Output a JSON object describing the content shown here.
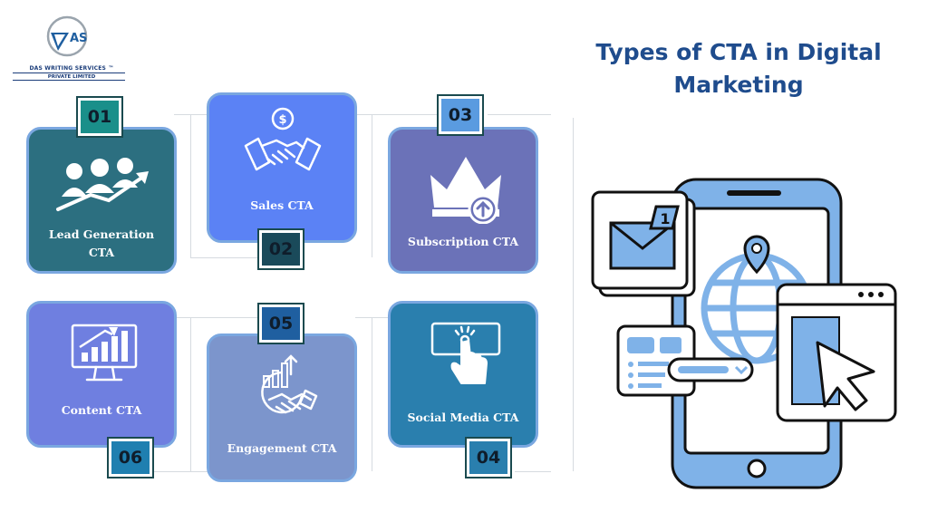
{
  "logo": {
    "mark_text": "DAS",
    "line1": "DAS WRITING SERVICES ™",
    "line2": "PRIVATE LIMITED"
  },
  "title": {
    "line1": "Types of CTA in Digital",
    "line2": "Marketing"
  },
  "cards": [
    {
      "number": "01",
      "label_line1": "Lead Generation",
      "label_line2": "CTA",
      "color": "#2c6f80",
      "badge_color": "#1a8f8a",
      "icon": "people-growth-icon"
    },
    {
      "number": "02",
      "label_line1": "Sales CTA",
      "label_line2": "",
      "color": "#5b82f5",
      "badge_color": "#1a4a5a",
      "icon": "handshake-dollar-icon"
    },
    {
      "number": "03",
      "label_line1": "Subscription CTA",
      "label_line2": "",
      "color": "#6b72b8",
      "badge_color": "#5a9be0",
      "icon": "crown-upload-icon"
    },
    {
      "number": "04",
      "label_line1": "Social Media CTA",
      "label_line2": "",
      "color": "#2a7fae",
      "badge_color": "#2a7fae",
      "icon": "touch-screen-icon"
    },
    {
      "number": "05",
      "label_line1": "Engagement CTA",
      "label_line2": "",
      "color": "#7c95cc",
      "badge_color": "#1f5fa0",
      "icon": "handshake-chart-icon"
    },
    {
      "number": "06",
      "label_line1": "Content CTA",
      "label_line2": "",
      "color": "#6f7fe0",
      "badge_color": "#1f7fb0",
      "icon": "monitor-chart-icon"
    }
  ],
  "illustration": {
    "mail_badge": "1",
    "icon": "phone-globe-cursor-icon"
  }
}
